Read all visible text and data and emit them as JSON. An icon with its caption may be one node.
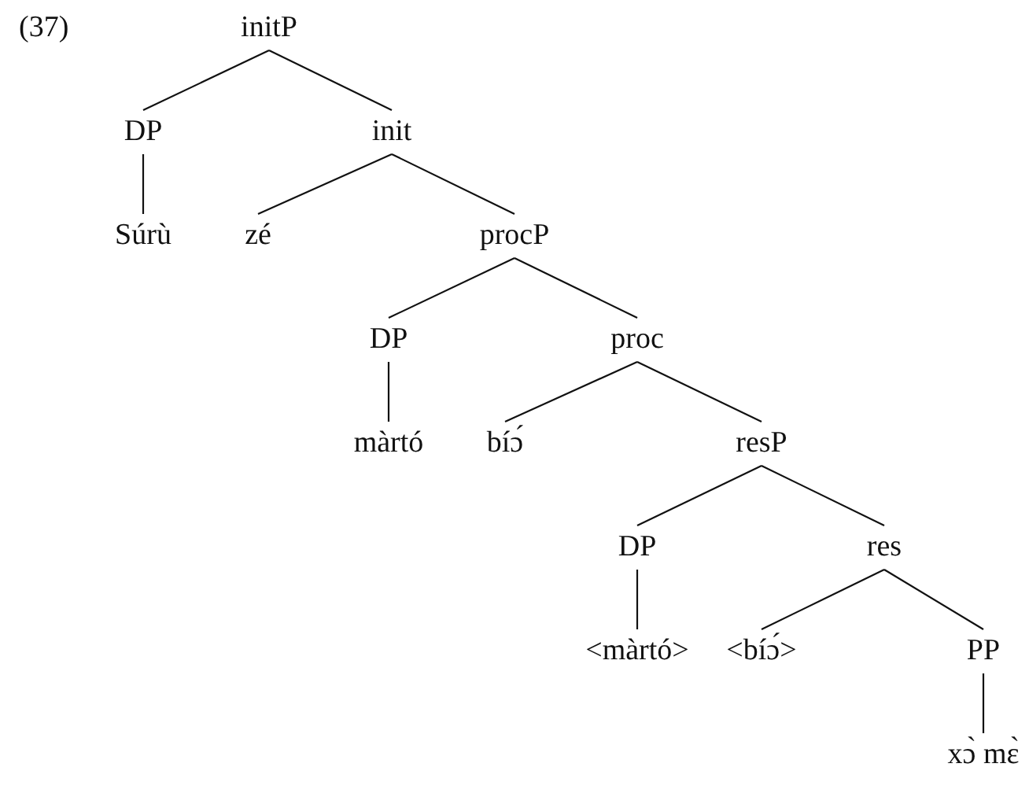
{
  "diagram": {
    "nodes": [
      {
        "text": [
          "initP"
        ]
      },
      {
        "text": [
          "DP"
        ]
      },
      {
        "text": [
          "init"
        ]
      },
      {
        "text": [
          "Súrù"
        ]
      },
      {
        "text": [
          "zé"
        ]
      },
      {
        "text": [
          "procP"
        ]
      },
      {
        "text": [
          "DP"
        ]
      },
      {
        "text": [
          "proc"
        ]
      },
      {
        "text": [
          "màrtó"
        ]
      },
      {
        "text": [
          "bíɔ́"
        ]
      },
      {
        "text": [
          "resP"
        ]
      },
      {
        "text": [
          "DP"
        ]
      },
      {
        "text": [
          "res"
        ]
      },
      {
        "text": [
          "<màrtó>"
        ]
      },
      {
        "text": [
          "<bíɔ́>"
        ]
      },
      {
        "text": [
          "PP"
        ]
      },
      {
        "text": [
          "xɔ̀ mɛ̀"
        ]
      }
    ],
    "edges": [
      {
        "from": 0,
        "to": 1,
        "arrow": "none"
      },
      {
        "from": 0,
        "to": 2,
        "arrow": "none"
      },
      {
        "from": 1,
        "to": 3,
        "arrow": "none"
      },
      {
        "from": 2,
        "to": 4,
        "arrow": "none"
      },
      {
        "from": 2,
        "to": 5,
        "arrow": "none"
      },
      {
        "from": 5,
        "to": 6,
        "arrow": "none"
      },
      {
        "from": 5,
        "to": 7,
        "arrow": "none"
      },
      {
        "from": 6,
        "to": 8,
        "arrow": "none"
      },
      {
        "from": 7,
        "to": 9,
        "arrow": "none"
      },
      {
        "from": 7,
        "to": 10,
        "arrow": "none"
      },
      {
        "from": 10,
        "to": 11,
        "arrow": "none"
      },
      {
        "from": 10,
        "to": 12,
        "arrow": "none"
      },
      {
        "from": 11,
        "to": 13,
        "arrow": "none"
      },
      {
        "from": 12,
        "to": 14,
        "arrow": "none"
      },
      {
        "from": 12,
        "to": 15,
        "arrow": "none"
      },
      {
        "from": 15,
        "to": 16,
        "arrow": "none"
      }
    ],
    "labels": [
      "(37)"
    ]
  }
}
